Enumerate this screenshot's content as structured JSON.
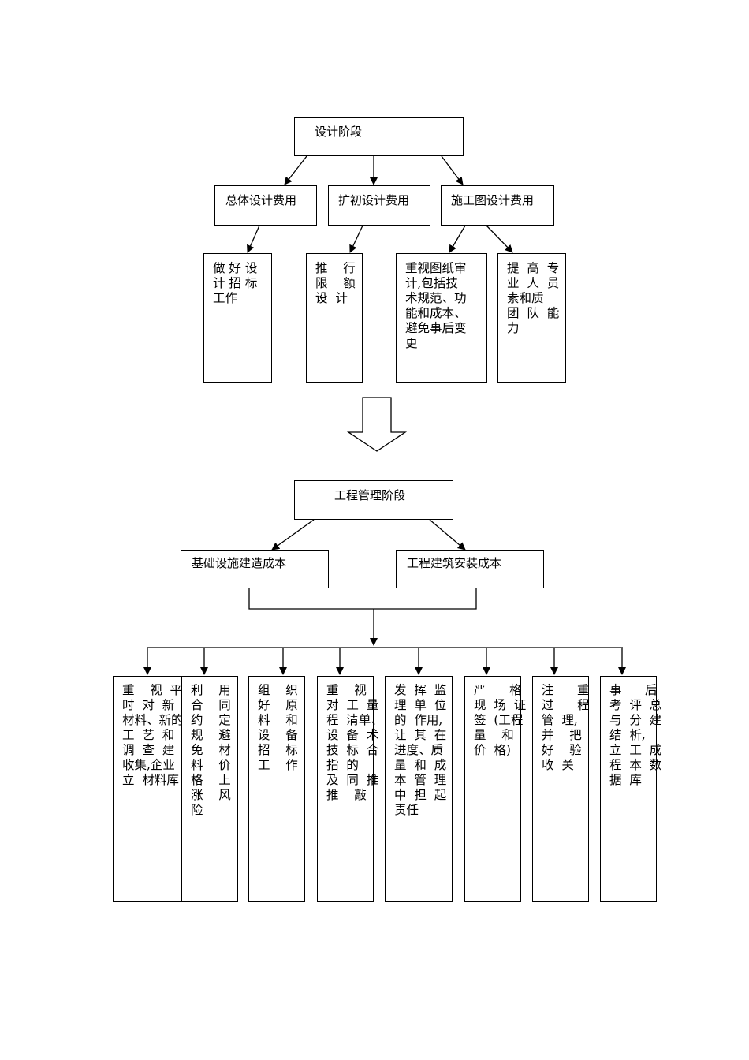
{
  "design": {
    "title": "设计阶段",
    "l2": [
      "总体设计费用",
      "扩初设计费用",
      "施工图设计费用"
    ],
    "l3": [
      "做 好 设\n计 招 标\n工作",
      "推    行\n限    额\n设  计",
      "重视图纸审\n计,包括技\n术规范、功\n能和成本、\n避免事后变\n更",
      "提  高  专\n业  人  员\n素和质\n团  队  能\n力"
    ]
  },
  "management": {
    "title": "工程管理阶段",
    "l2": [
      "基础设施建造成本",
      "工程建筑安装成本"
    ],
    "l3": [
      "重    视  平\n时  对  新\n材料、新的\n工  艺  和\n调  查  建\n收集,企业\n立  材料库",
      "利    用\n合    同\n约    定\n规    避\n免    材\n料    价\n格    上\n涨    风\n险",
      "组    织\n好    原\n料    和\n设    备\n招    标\n工    作",
      "重    视\n对  工  量\n程  清单、\n设  备  术\n技  标  合\n指  的\n及  同  推\n推    敲",
      "发  挥  监\n理  单  位\n的  作用,\n让  其  在\n进度、质\n量  和  成\n本  管  理\n中  担  起\n责任",
      "严      格\n现  场  证\n签  (工程\n量    和\n价  格)",
      "注      重\n过      程\n管  理,\n并    把\n好    验\n收  关",
      "事      后\n考  评  总\n与  分  建\n结  析,\n立  工  成\n程  本  数\n据  库"
    ]
  }
}
